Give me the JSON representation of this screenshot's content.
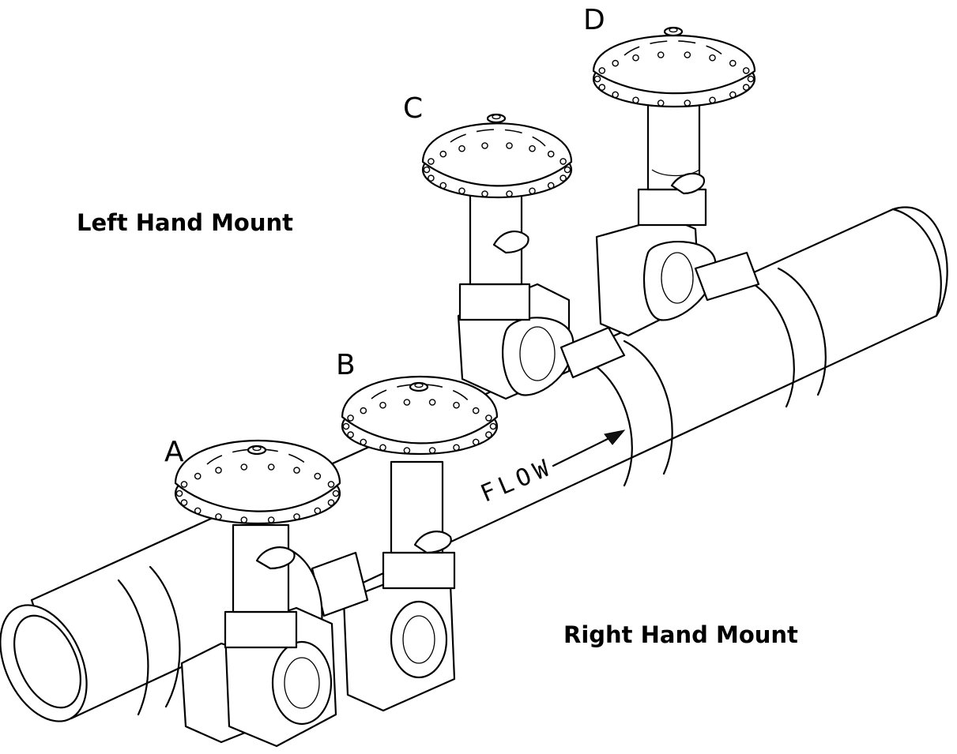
{
  "labels": {
    "left_mount": "Left Hand Mount",
    "right_mount": "Right Hand Mount",
    "flow": "FLOW"
  },
  "actuators": [
    {
      "id": "A"
    },
    {
      "id": "B"
    },
    {
      "id": "C"
    },
    {
      "id": "D"
    }
  ],
  "colors": {
    "line": "#000000",
    "background": "#ffffff"
  }
}
